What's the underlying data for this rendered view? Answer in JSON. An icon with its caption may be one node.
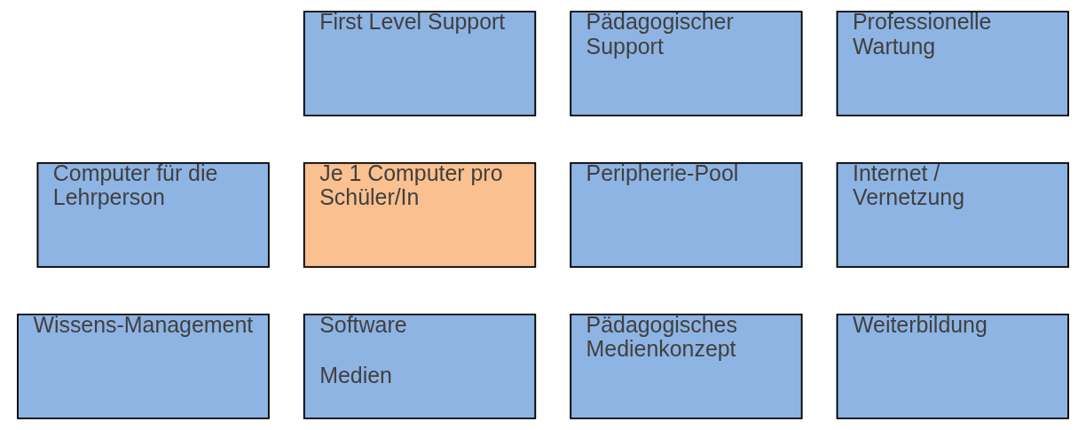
{
  "diagram": {
    "nodes": [
      {
        "text": [
          "First Level Support"
        ]
      },
      {
        "text": [
          "Pädagogischer Support"
        ]
      },
      {
        "text": [
          "Professionelle Wartung"
        ]
      },
      {
        "text": [
          "Computer für die Lehrperson"
        ]
      },
      {
        "text": [
          "Je 1 Computer pro Schüler/In"
        ]
      },
      {
        "text": [
          "Peripherie-Pool"
        ]
      },
      {
        "text": [
          "Internet / Vernetzung"
        ]
      },
      {
        "text": [
          "Wissens-Management"
        ]
      },
      {
        "text": [
          "Software",
          "Medien"
        ]
      },
      {
        "text": [
          "Pädagogisches Medienkonzept"
        ]
      },
      {
        "text": [
          "Weiterbildung"
        ]
      }
    ]
  }
}
